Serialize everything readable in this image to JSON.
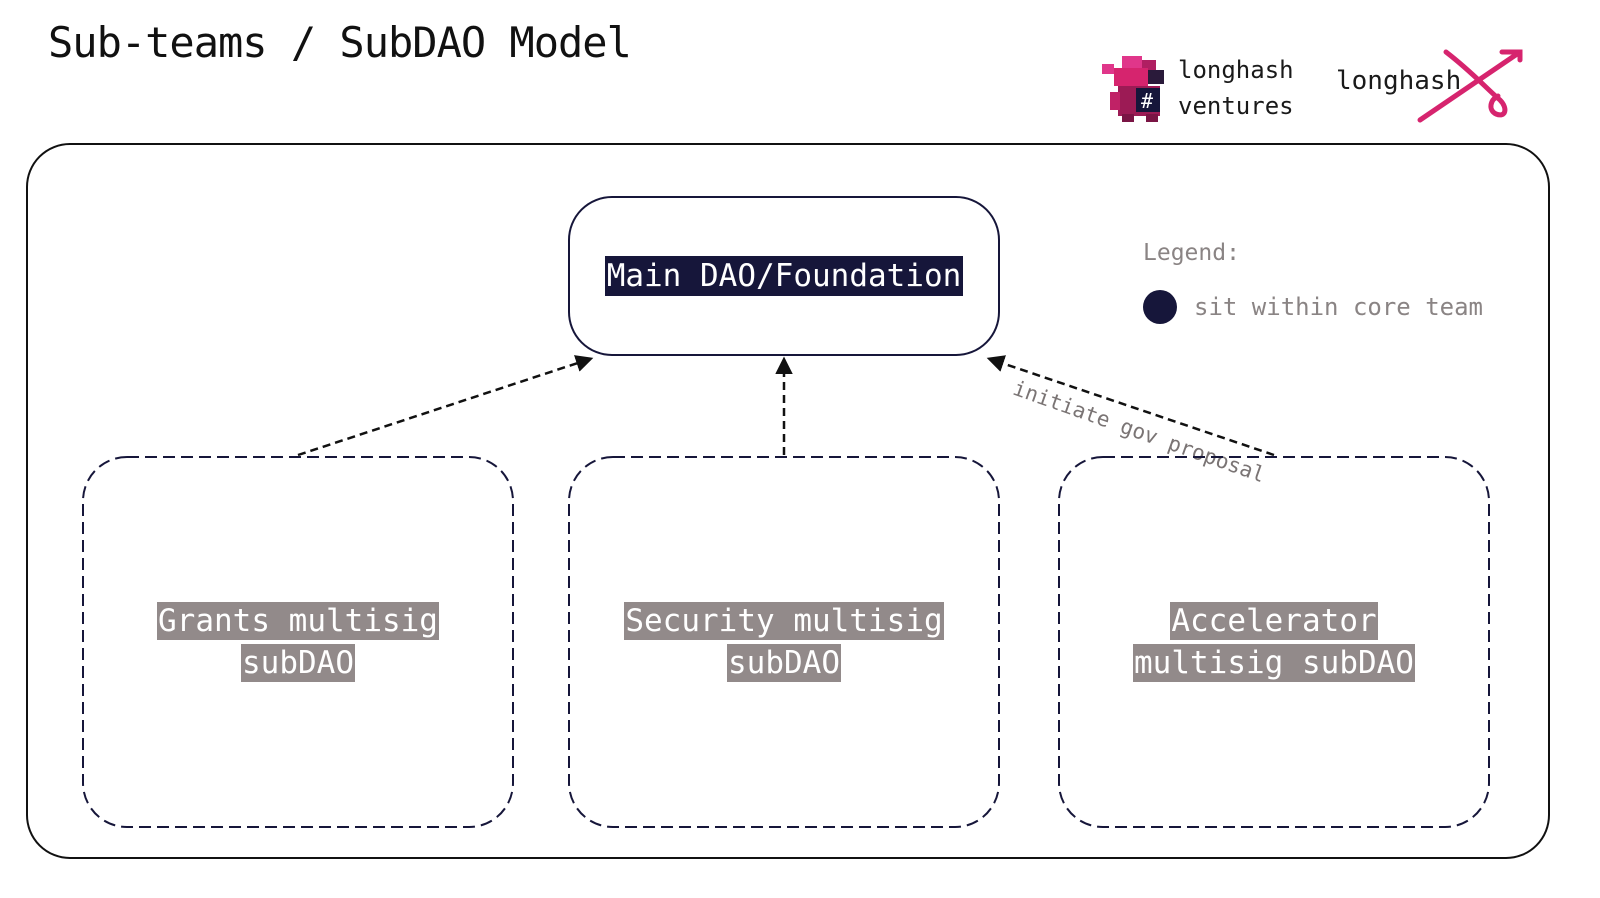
{
  "title": "Sub-teams / SubDAO Model",
  "logos": {
    "ventures_line1": "longhash",
    "ventures_line2": "ventures",
    "x_brand": "longhash",
    "accent_color": "#d6246e"
  },
  "diagram": {
    "main_node": {
      "label": "Main DAO/Foundation"
    },
    "subdaos": [
      {
        "label": "Grants multisig subDAO"
      },
      {
        "label": "Security multisig subDAO"
      },
      {
        "label": "Accelerator multisig subDAO"
      }
    ],
    "edge_label": "initiate gov proposal",
    "colors": {
      "core_team": "#16163a",
      "subdao_label_bg": "#928a8a",
      "edge_label": "#7a7474"
    }
  },
  "legend": {
    "title": "Legend:",
    "items": [
      {
        "label": "sit within core team",
        "color": "#16163a"
      }
    ]
  }
}
